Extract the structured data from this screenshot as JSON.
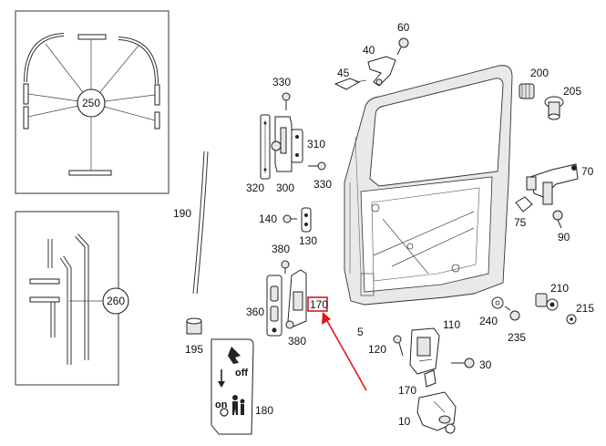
{
  "callouts": {
    "c250": "250",
    "c260": "260",
    "c190": "190",
    "c195": "195",
    "c180": "180",
    "c330a": "330",
    "c310": "310",
    "c320": "320",
    "c300": "300",
    "c330b": "330",
    "c140": "140",
    "c130": "130",
    "c380a": "380",
    "c360": "360",
    "c380b": "380",
    "c170a": "170",
    "c5": "5",
    "c60": "60",
    "c40": "40",
    "c45": "45",
    "c200": "200",
    "c205": "205",
    "c70": "70",
    "c75": "75",
    "c90": "90",
    "c210": "210",
    "c215": "215",
    "c240": "240",
    "c235": "235",
    "c110": "110",
    "c120": "120",
    "c30": "30",
    "c170b": "170",
    "c10": "10"
  },
  "sign": {
    "off": "off",
    "on": "on"
  },
  "colors": {
    "highlight": "#e0161b",
    "line": "#222222",
    "panel_fill": "#e9e9e9"
  },
  "highlighted_part": "170"
}
